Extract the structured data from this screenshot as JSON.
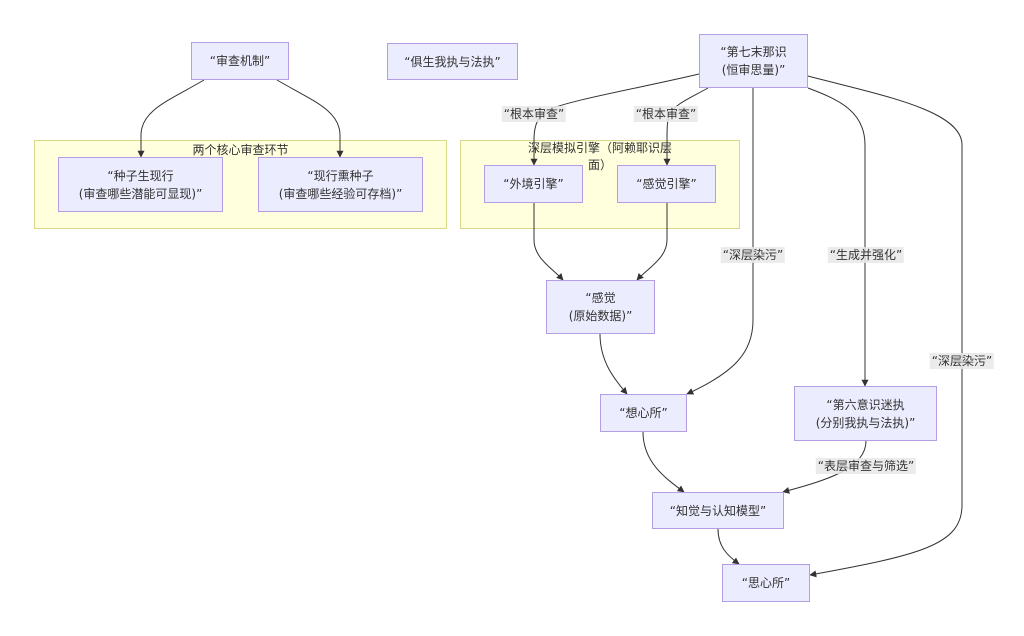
{
  "diagram": {
    "colors": {
      "node_fill": "#ececff",
      "node_stroke": "#9370db",
      "cluster_fill": "#ffffde",
      "cluster_stroke": "#aaaa33",
      "edge": "#333333",
      "edge_label_bg": "#e8e8e8",
      "text": "#333333"
    },
    "clusters": {
      "core_review": {
        "title": "两个核心审查环节"
      },
      "deep_engine": {
        "title": "深层模拟引擎（阿赖耶识层面）"
      }
    },
    "nodes": {
      "review_mechanism": {
        "label": "“审查机制”"
      },
      "innate_attachment": {
        "label": "“俱生我执与法执”"
      },
      "manas": {
        "label": "“第七末那识\n(恒审思量)”"
      },
      "seed_to_manifest": {
        "label": "“种子生现行\n(审查哪些潜能可显现)”"
      },
      "manifest_to_seed": {
        "label": "“现行熏种子\n(审查哪些经验可存档)”"
      },
      "external_engine": {
        "label": "“外境引擎”"
      },
      "sensory_engine": {
        "label": "“感觉引擎”"
      },
      "sensation": {
        "label": "“感觉\n(原始数据)”"
      },
      "perception_factor": {
        "label": "“想心所”"
      },
      "sixth_consciousness": {
        "label": "“第六意识迷执\n(分别我执与法执)”"
      },
      "cognitive_model": {
        "label": "“知觉与认知模型”"
      },
      "volition_factor": {
        "label": "“思心所”"
      }
    },
    "edges": [
      {
        "from": "review_mechanism",
        "to": "seed_to_manifest",
        "label": ""
      },
      {
        "from": "review_mechanism",
        "to": "manifest_to_seed",
        "label": ""
      },
      {
        "from": "manas",
        "to": "external_engine",
        "label": "“根本审查”"
      },
      {
        "from": "manas",
        "to": "sensory_engine",
        "label": "“根本审查”"
      },
      {
        "from": "manas",
        "to": "perception_factor",
        "label": "“深层染污”"
      },
      {
        "from": "manas",
        "to": "sixth_consciousness",
        "label": "“生成并强化”"
      },
      {
        "from": "manas",
        "to": "volition_factor",
        "label": "“深层染污”"
      },
      {
        "from": "external_engine",
        "to": "sensation",
        "label": ""
      },
      {
        "from": "sensory_engine",
        "to": "sensation",
        "label": ""
      },
      {
        "from": "sensation",
        "to": "perception_factor",
        "label": ""
      },
      {
        "from": "perception_factor",
        "to": "cognitive_model",
        "label": ""
      },
      {
        "from": "sixth_consciousness",
        "to": "cognitive_model",
        "label": "“表层审查与筛选”"
      },
      {
        "from": "cognitive_model",
        "to": "volition_factor",
        "label": ""
      }
    ]
  }
}
